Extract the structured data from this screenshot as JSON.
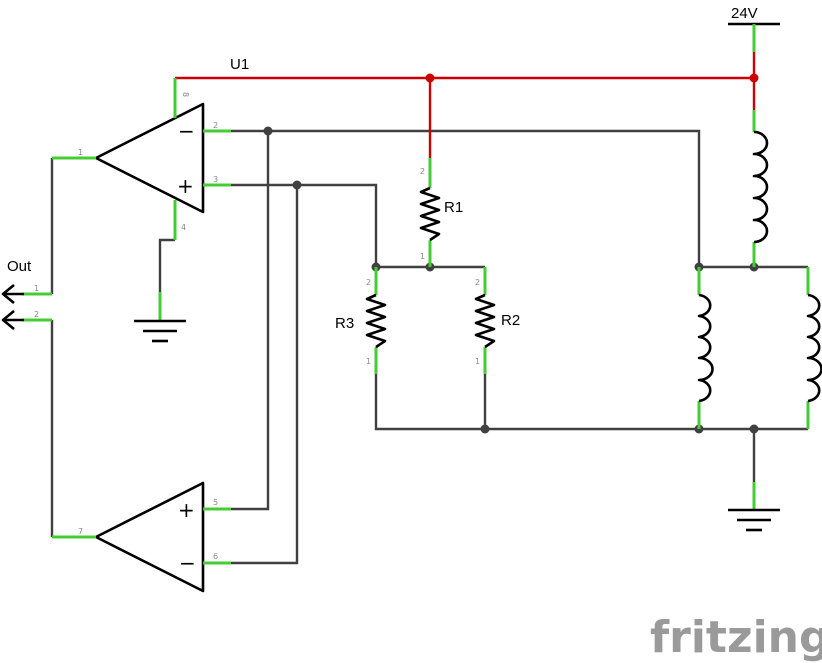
{
  "labels": {
    "u1": "U1",
    "out": "Out",
    "supply": "24V",
    "r1": "R1",
    "r2": "R2",
    "r3": "R3"
  },
  "opamp_top": {
    "pin_out": "1",
    "pin_inv": "2",
    "pin_noninv": "3",
    "pin_vcc": "8",
    "pin_gnd": "4",
    "sym_inv": "−",
    "sym_noninv": "+"
  },
  "opamp_bottom": {
    "pin_out": "7",
    "pin_noninv": "5",
    "pin_inv": "6",
    "sym_noninv": "+",
    "sym_inv": "−"
  },
  "connector": {
    "pin1": "1",
    "pin2": "2"
  },
  "resistor_pins": {
    "top": "2",
    "bottom": "1"
  },
  "colors": {
    "wire": "#404040",
    "power": "#cc0000",
    "pin": "#44cc33",
    "logo": "#9a9a9a"
  },
  "watermark": "fritzing"
}
